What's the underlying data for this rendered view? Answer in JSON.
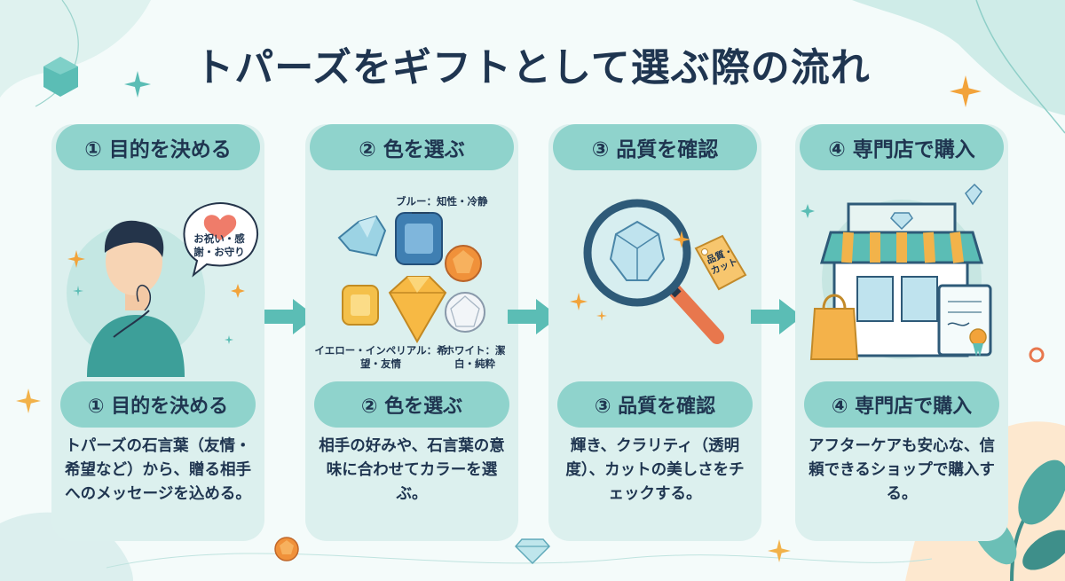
{
  "title": "トパーズをギフトとして選ぶ際の流れ",
  "steps": [
    {
      "heading": "① 目的を決める",
      "subheading": "① 目的を決める",
      "bubble": "お祝い・感謝・お守り",
      "description": "トパーズの石言葉（友情・希望など）から、贈る相手へのメッセージを込める。"
    },
    {
      "heading": "② 色を選ぶ",
      "subheading": "② 色を選ぶ",
      "labels": {
        "blue": "ブルー：知性・冷静",
        "yellow": "イエロー・インペリアル：希望・友情",
        "white": "ホワイト：潔白・純粋"
      },
      "description": "相手の好みや、石言葉の意味に合わせてカラーを選ぶ。"
    },
    {
      "heading": "③ 品質を確認",
      "subheading": "③ 品質を確認",
      "tag": "品質・カット",
      "description": "輝き、クラリティ（透明度）、カットの美しさをチェックする。"
    },
    {
      "heading": "④ 専門店で購入",
      "subheading": "④ 専門店で購入",
      "description": "アフターケアも安心な、信頼できるショップで購入する。"
    }
  ],
  "icons": {
    "person": "thinking-person-icon",
    "heart": "heart-icon",
    "gems": "gemstones-icon",
    "magnifier": "magnifying-glass-icon",
    "shop": "shop-icon",
    "arrow": "arrow-right-icon",
    "sparkle": "sparkle-icon"
  },
  "colors": {
    "card": "#dcf0ee",
    "pill": "#8fd3cc",
    "accent_teal": "#5bbdb5",
    "accent_orange": "#f2a33a",
    "text": "#1f3550"
  }
}
